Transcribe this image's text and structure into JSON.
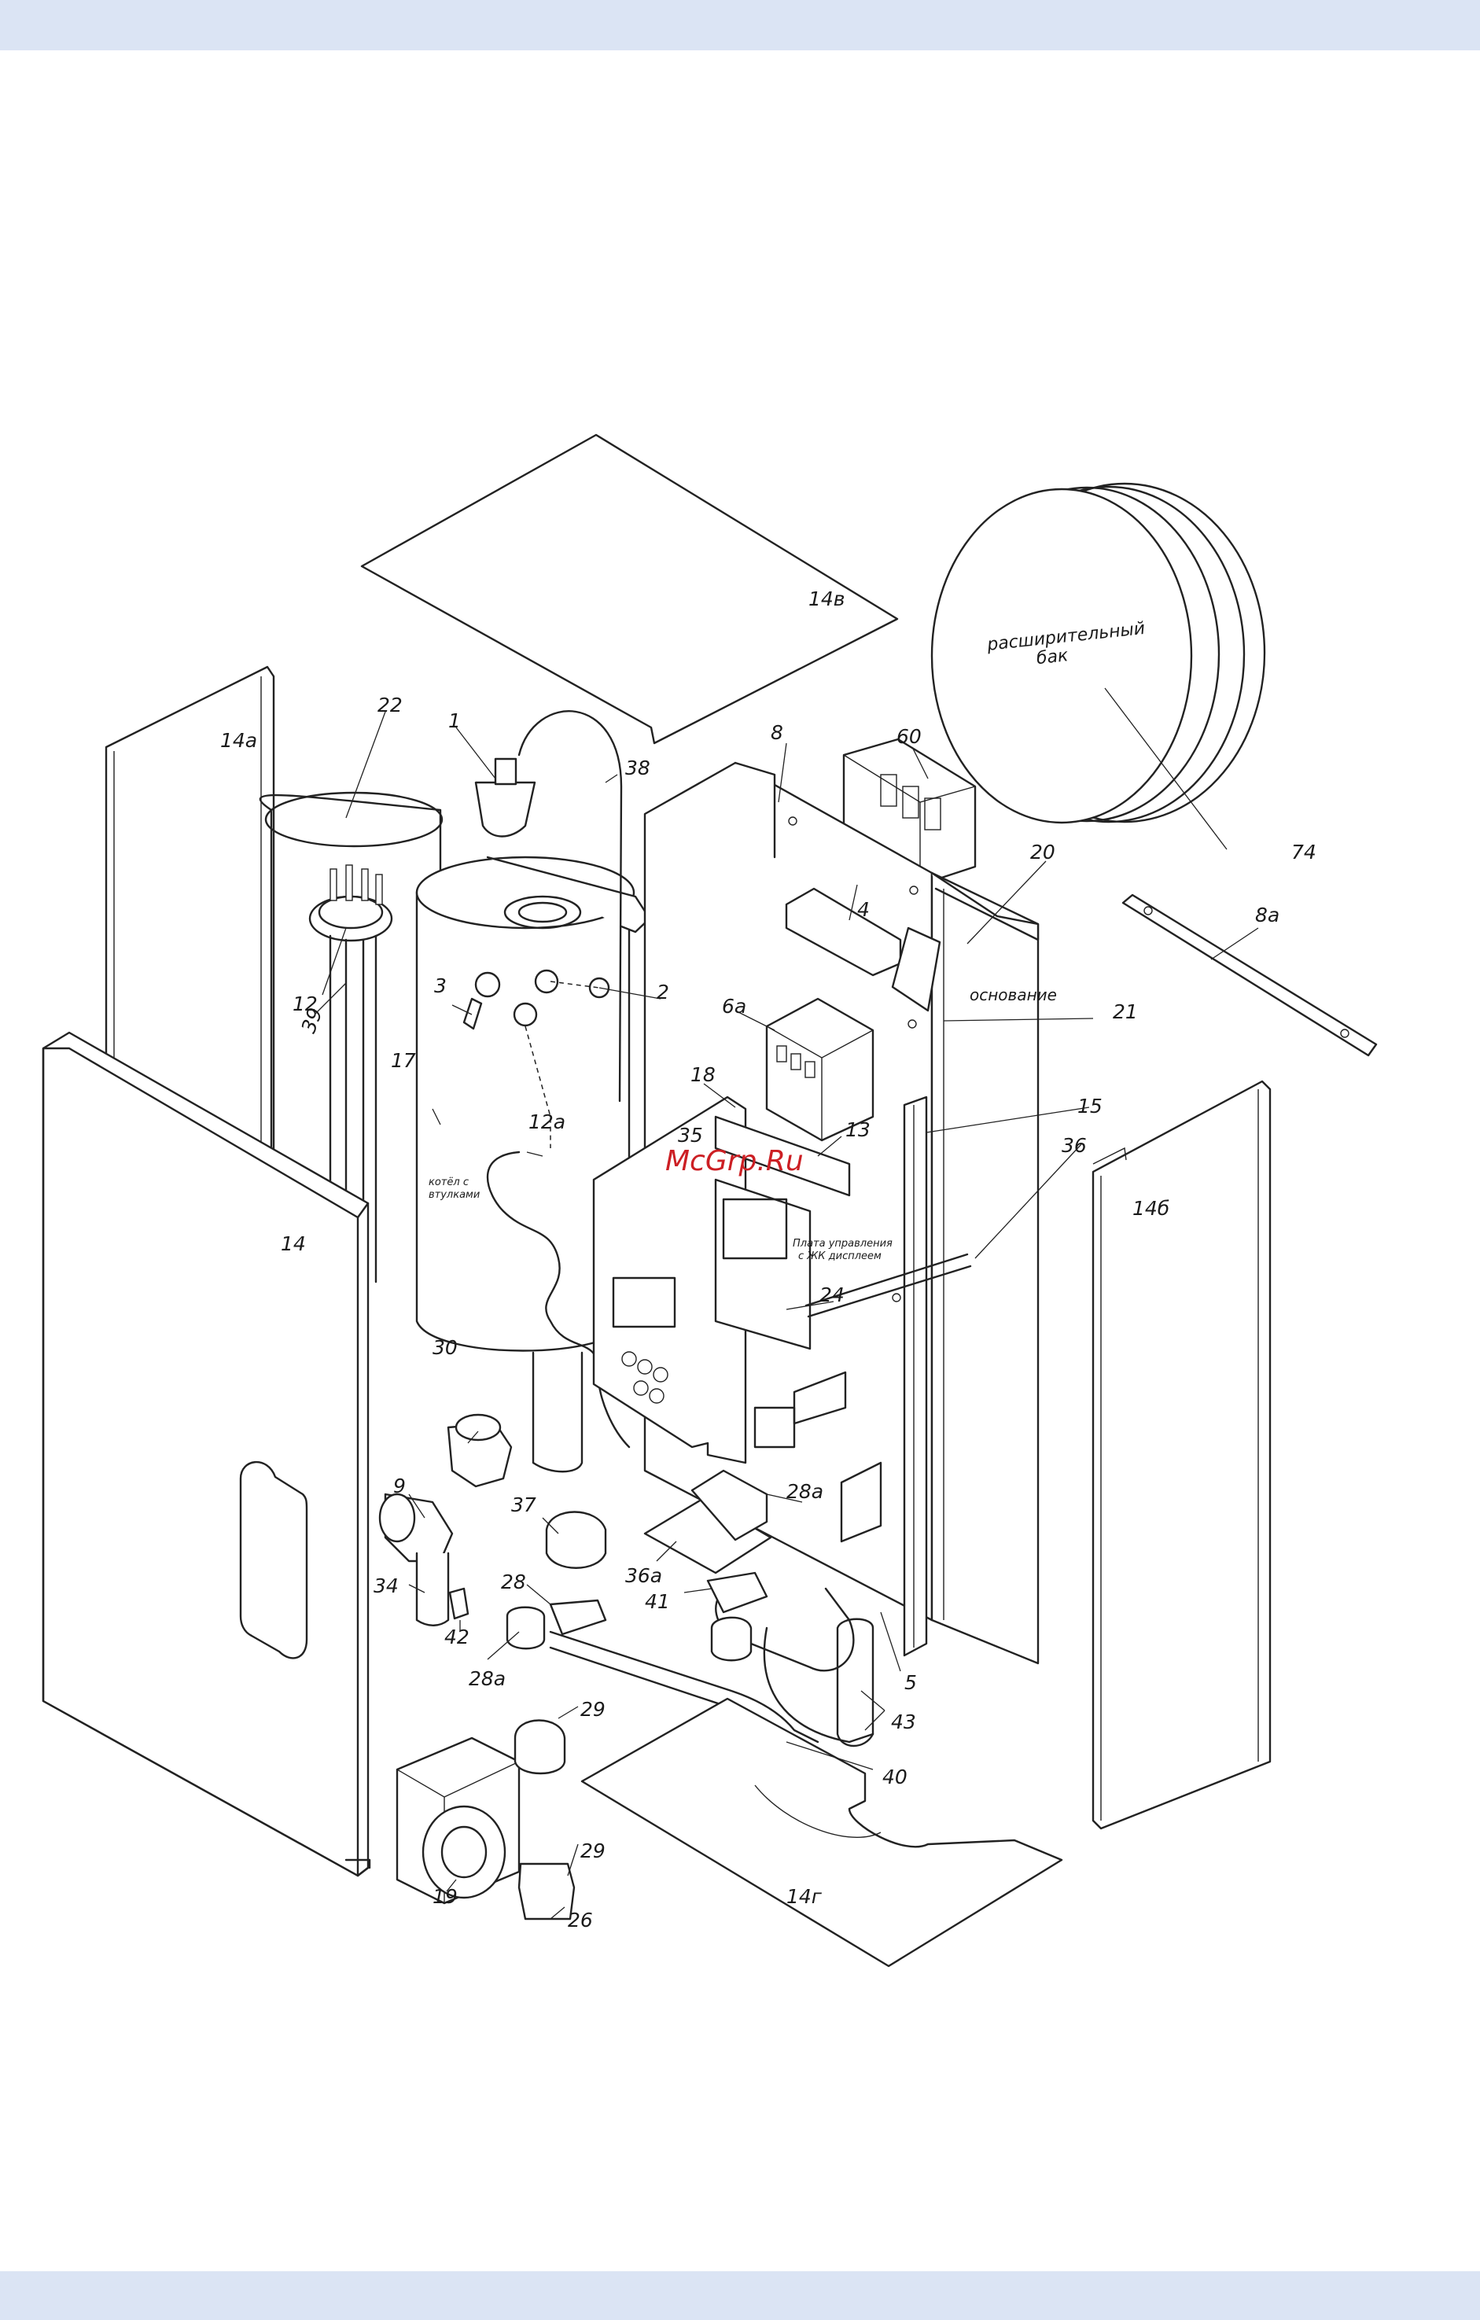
{
  "colors": {
    "band": "#dbe4f4",
    "ink": "#222222",
    "watermark": "#cc1f24"
  },
  "watermark": "McGrp.Ru",
  "labels": {
    "p14v": "14в",
    "p14a": "14а",
    "p22": "22",
    "p1": "1",
    "p38": "38",
    "p8": "8",
    "p60": "60",
    "p20": "20",
    "p74": "74",
    "p8a": "8а",
    "p4": "4",
    "p3": "3",
    "p2": "2",
    "p12": "12",
    "p39": "39",
    "p17": "17",
    "p6a": "6а",
    "p21": "21",
    "p18": "18",
    "p15": "15",
    "p12a": "12а",
    "p13": "13",
    "p36": "36",
    "p14b": "14б",
    "p35": "35",
    "p14": "14",
    "p24": "24",
    "p30": "30",
    "p9": "9",
    "p28a_top": "28а",
    "p37": "37",
    "p36a": "36а",
    "p34": "34",
    "p28": "28",
    "p41": "41",
    "p42": "42",
    "p5": "5",
    "p28a_low": "28а",
    "p29_top": "29",
    "p43": "43",
    "p40": "40",
    "p14g": "14г",
    "p29_low": "29",
    "p19": "19",
    "p26": "26"
  },
  "captions": {
    "tank_line1": "расширительный",
    "tank_line2": "бак",
    "base": "основание",
    "boiler_line1": "котёл с",
    "boiler_line2": "втулками",
    "board_line1": "Плата управления",
    "board_line2": "с ЖК дисплеем"
  }
}
